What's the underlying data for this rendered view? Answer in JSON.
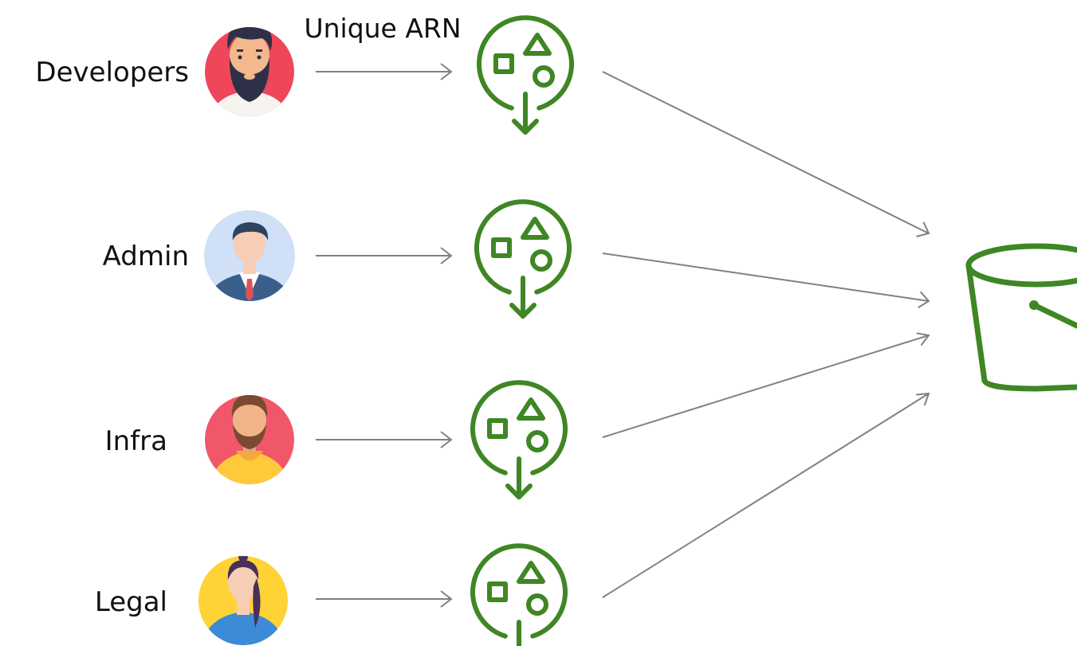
{
  "diagram": {
    "arn_label": "Unique ARN",
    "colors": {
      "access_point": "#3f8624",
      "connector": "#808080",
      "text": "#111111"
    },
    "groups": [
      {
        "label": "Developers",
        "avatar_icon": "developer-avatar-icon",
        "avatar_bg": "#f0465a"
      },
      {
        "label": "Admin",
        "avatar_icon": "admin-avatar-icon",
        "avatar_bg": "#cfe0f7"
      },
      {
        "label": "Infra",
        "avatar_icon": "infra-avatar-icon",
        "avatar_bg": "#f0586a"
      },
      {
        "label": "Legal",
        "avatar_icon": "legal-avatar-icon",
        "avatar_bg": "#ffd235"
      }
    ],
    "access_point_icon": "s3-access-point-icon",
    "target_icon": "s3-bucket-icon"
  }
}
